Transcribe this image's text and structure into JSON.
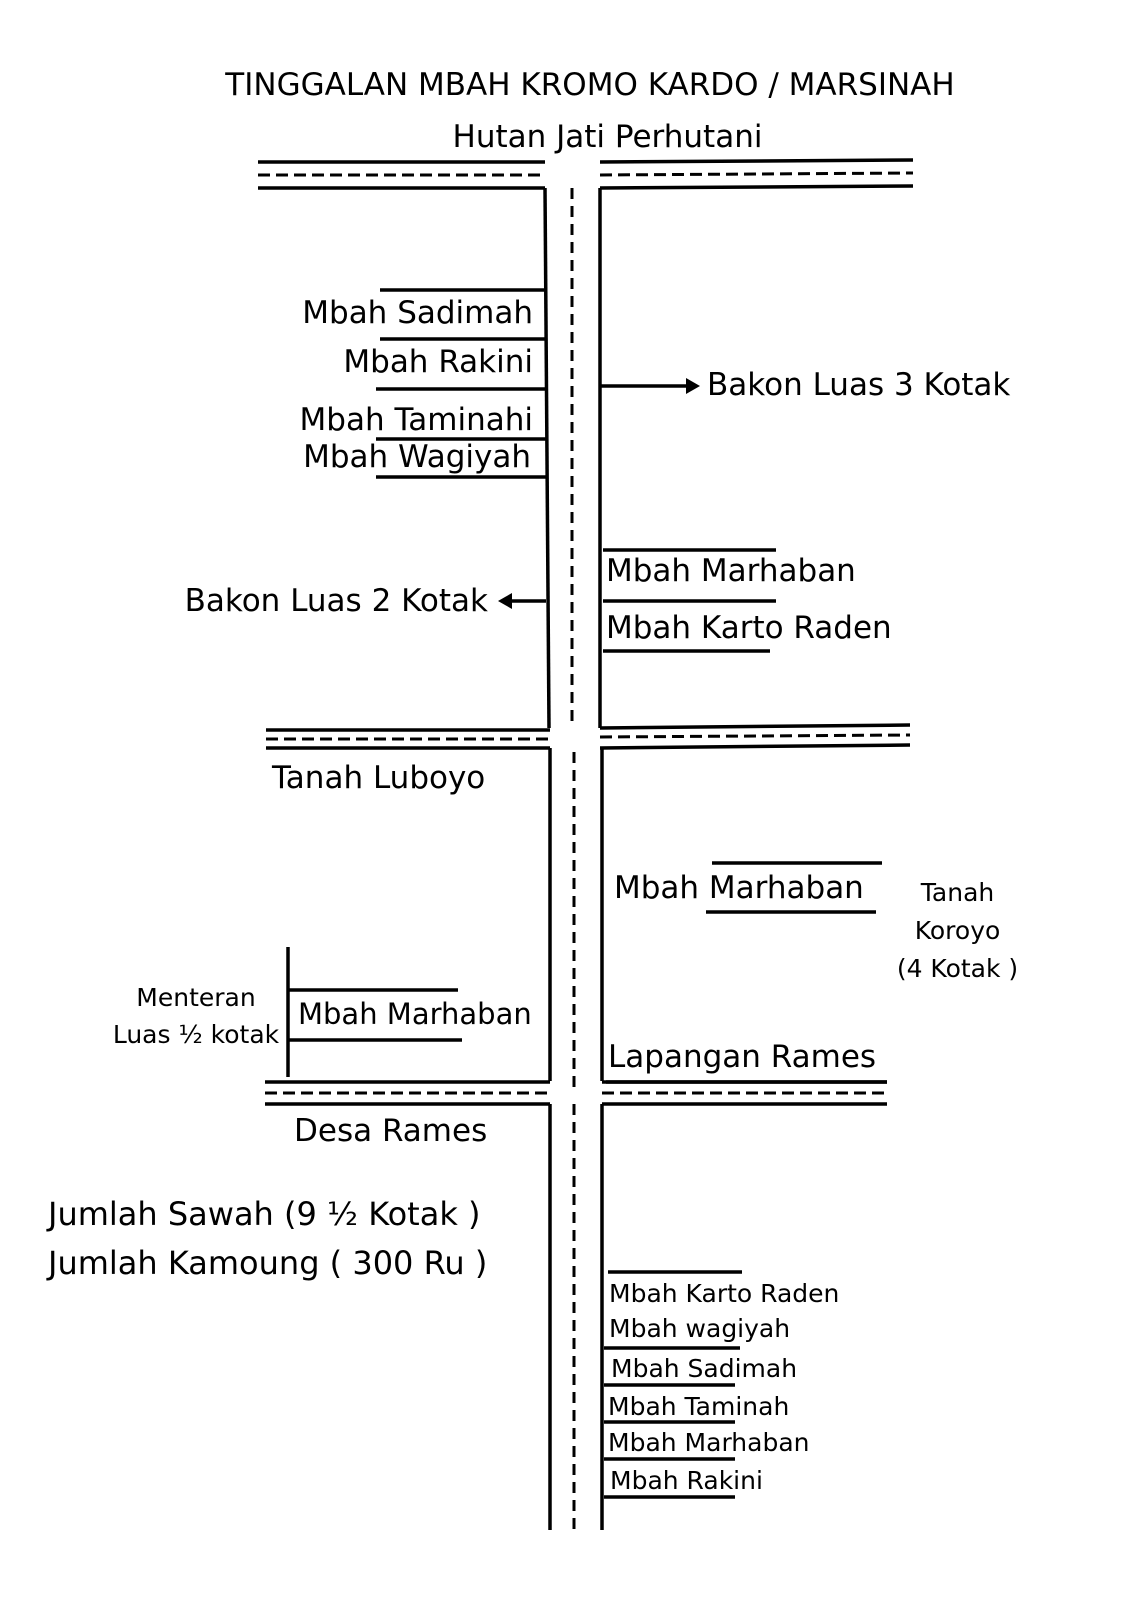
{
  "title": "TINGGALAN  MBAH KROMO KARDO / MARSINAH",
  "top_label": "Hutan  Jati Perhutani",
  "upper_left": {
    "names": [
      "Mbah Sadimah",
      "Mbah Rakini",
      "Mbah Taminahi",
      "Mbah Wagiyah"
    ],
    "arrow_label": "Bakon  Luas 2 Kotak"
  },
  "upper_right": {
    "arrow_label": "Bakon  Luas 3 Kotak",
    "names": [
      "Mbah  Marhaban",
      "Mbah  Karto Raden"
    ]
  },
  "middle_left": {
    "area_label": "Tanah Luboyo",
    "menteran_line1": "Menteran",
    "menteran_line2": "Luas ½ kotak",
    "name": "Mbah Marhaban"
  },
  "middle_right": {
    "name": "Mbah  Marhaban",
    "koroyo_line1": "Tanah",
    "koroyo_line2": "Koroyo",
    "koroyo_line3": "(4 Kotak )",
    "lapangan": "Lapangan Rames"
  },
  "lower_left": {
    "desa": "Desa Rames",
    "sawah": "Jumlah Sawah (9 ½  Kotak )",
    "kampung": "Jumlah Kamoung ( 300 Ru )"
  },
  "lower_right": {
    "names": [
      "Mbah  Karto Raden",
      "Mbah  wagiyah",
      "Mbah  Sadimah",
      "Mbah Taminah",
      "Mbah  Marhaban",
      "Mbah Rakini"
    ]
  }
}
